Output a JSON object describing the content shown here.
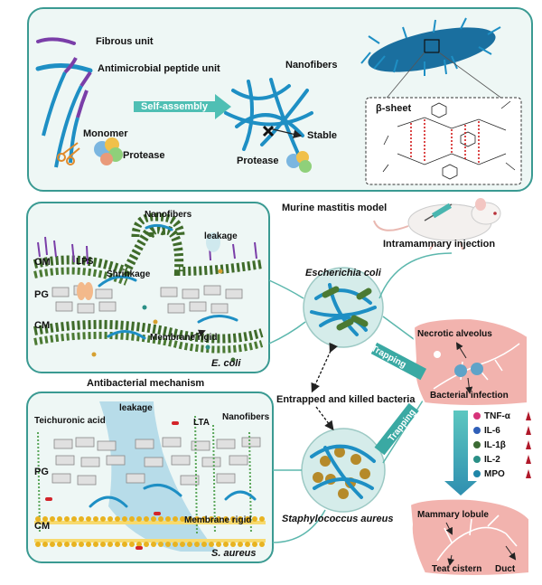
{
  "top_panel": {
    "fibrous_unit": "Fibrous unit",
    "amp_unit": "Antimicrobial peptide unit",
    "monomer": "Monomer",
    "protease": "Protease",
    "self_assembly": "Self-assembly",
    "nanofibers": "Nanofibers",
    "stable": "Stable",
    "protease2": "Protease",
    "beta_sheet": "β-sheet"
  },
  "middle": {
    "murine_model": "Murine mastitis model",
    "intramammary": "Intramammary injection",
    "e_coli_full": "Escherichia coli",
    "s_aureus_full": "Staphylococcus aureus",
    "entrapped": "Entrapped  and killed bacteria",
    "trapping_1": "Trapping",
    "trapping_2": "Trapping",
    "necrotic": "Necrotic alveolus",
    "bacterial_infection": "Bacterial infection",
    "mammary_lobule": "Mammary lobule",
    "teat_cistern": "Teat cistern",
    "duct": "Duct"
  },
  "ecoli_panel": {
    "nanofibers": "Nanofibers",
    "leakage": "leakage",
    "om": "OM",
    "lps": "LPS",
    "shrinkage": "Shrinkage",
    "pg": "PG",
    "cm": "CM",
    "membrane_rigid": "Membrane rigid",
    "species": "E. coli"
  },
  "mechanism_title": "Antibacterial mechanism",
  "saureus_panel": {
    "teichuronic": "Teichuronic acid",
    "leakage": "leakage",
    "lta": "LTA",
    "nanofibers": "Nanofibers",
    "pg": "PG",
    "cm": "CM",
    "membrane_rigid": "Membrane rigid",
    "species": "S. aureus"
  },
  "cytokines": [
    {
      "name": "TNF-α",
      "color": "#d6337a"
    },
    {
      "name": "IL-6",
      "color": "#2f5fb8"
    },
    {
      "name": "IL-1β",
      "color": "#3c6b34"
    },
    {
      "name": "IL-2",
      "color": "#2a8f86"
    },
    {
      "name": "MPO",
      "color": "#1f86a8"
    }
  ],
  "colors": {
    "teal": "#3a9a92",
    "fiber_blue": "#1e8fc4",
    "fibrous_purple": "#7a3ea8",
    "tissue_pink": "#f2b3ae",
    "arrow_red": "#b0192a"
  }
}
